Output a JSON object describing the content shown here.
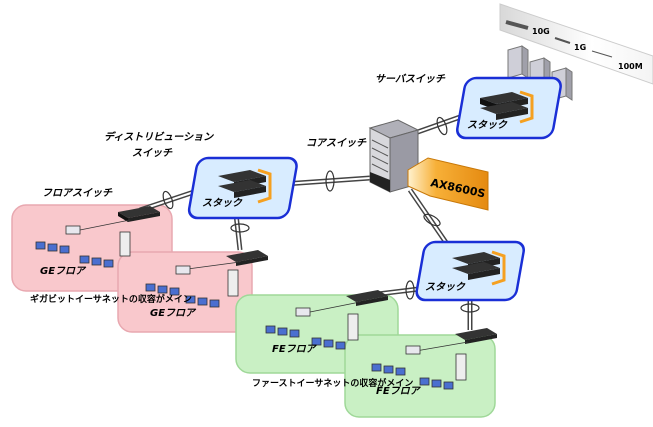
{
  "legend": {
    "speed_10g": "10G",
    "speed_1g": "1G",
    "speed_100m": "100M"
  },
  "labels": {
    "server_switch": "サーバスイッチ",
    "core_switch": "コアスイッチ",
    "distribution_switch_1": "ディストリビューション",
    "distribution_switch_2": "スイッチ",
    "floor_switch": "フロアスイッチ",
    "stack": "スタック",
    "core_model": "AX8600S",
    "ge_floor": "GEフロア",
    "fe_floor": "FEフロア",
    "ge_caption": "ギガビットイーサネットの収容がメイン",
    "fe_caption": "ファーストイーサネットの収容がメイン"
  },
  "colors": {
    "stack_fill": "#d8ecff",
    "stack_border": "#1a2fd6",
    "ge_area": "#f9c8cc",
    "fe_area": "#c9f0c4",
    "orange": "#f5a020"
  }
}
